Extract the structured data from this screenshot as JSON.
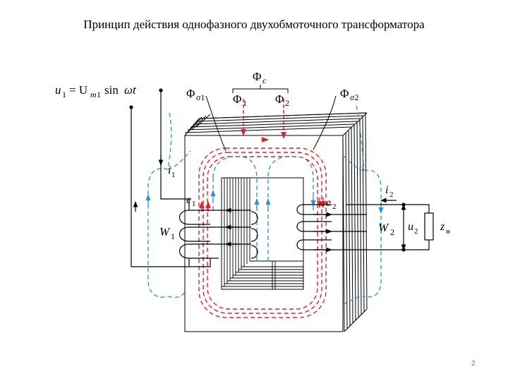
{
  "slide": {
    "title": "Принцип действия однофазного  двухобмоточного трансформатора",
    "page_number": "2"
  },
  "labels": {
    "supply_u": "u",
    "supply_u_sub": "1",
    "supply_eq": "= U",
    "supply_m": "m",
    "supply_m_sub": "1",
    "supply_sin": "sin",
    "supply_wt": "ωt",
    "flux_common": "Φ",
    "flux_common_sub": "c",
    "flux_1": "Φ",
    "flux_1_sub": "1",
    "flux_2": "Φ",
    "flux_2_sub": "2",
    "leak_1": "Φ",
    "leak_1_sub": "σ1",
    "leak_2": "Φ",
    "leak_2_sub": "σ2",
    "current_1": "i",
    "current_1_sub": "1",
    "emf_1": "e",
    "emf_1_sub": "1",
    "winding_1": "W",
    "winding_1_sub": "1",
    "emf_2": "e",
    "emf_2_sub": "2",
    "winding_2": "W",
    "winding_2_sub": "2",
    "current_2": "i",
    "current_2_sub": "2",
    "voltage_2": "u",
    "voltage_2_sub": "2",
    "load": "z",
    "load_sub": "н"
  },
  "colors": {
    "main_flux": "#e0202a",
    "leakage_flux": "#2a8fd6",
    "conductor": "#000000"
  }
}
